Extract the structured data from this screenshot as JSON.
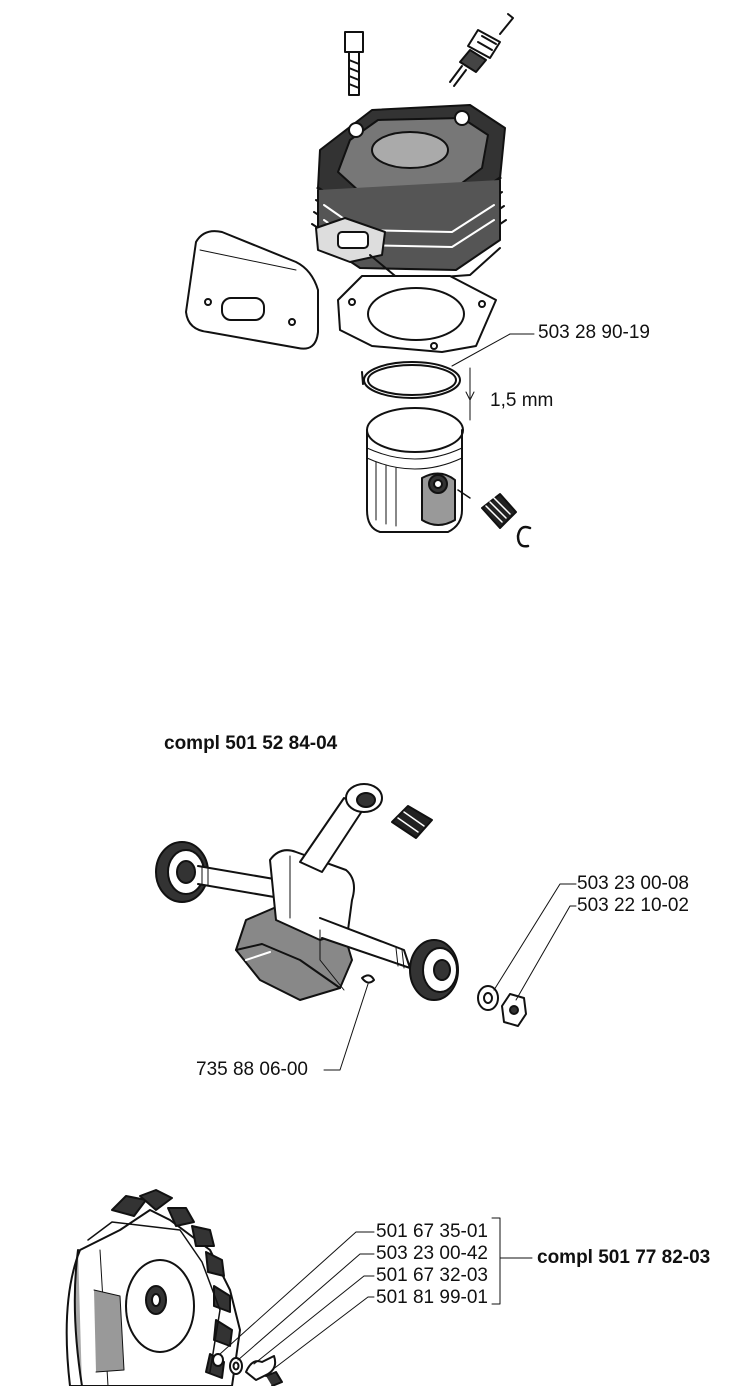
{
  "cylinder_section": {
    "ring_part": "503 28 90-19",
    "ring_gap": "1,5 mm"
  },
  "crankshaft_section": {
    "assembly": "compl 501 52 84-04",
    "washer_part": "503 23 00-08",
    "nut_part": "503 22 10-02",
    "key_part": "735 88 06-00"
  },
  "flywheel_section": {
    "parts": [
      "501 67 35-01",
      "503 23 00-42",
      "501 67 32-03",
      "501 81 99-01"
    ],
    "assembly": "compl 501 77 82-03"
  }
}
